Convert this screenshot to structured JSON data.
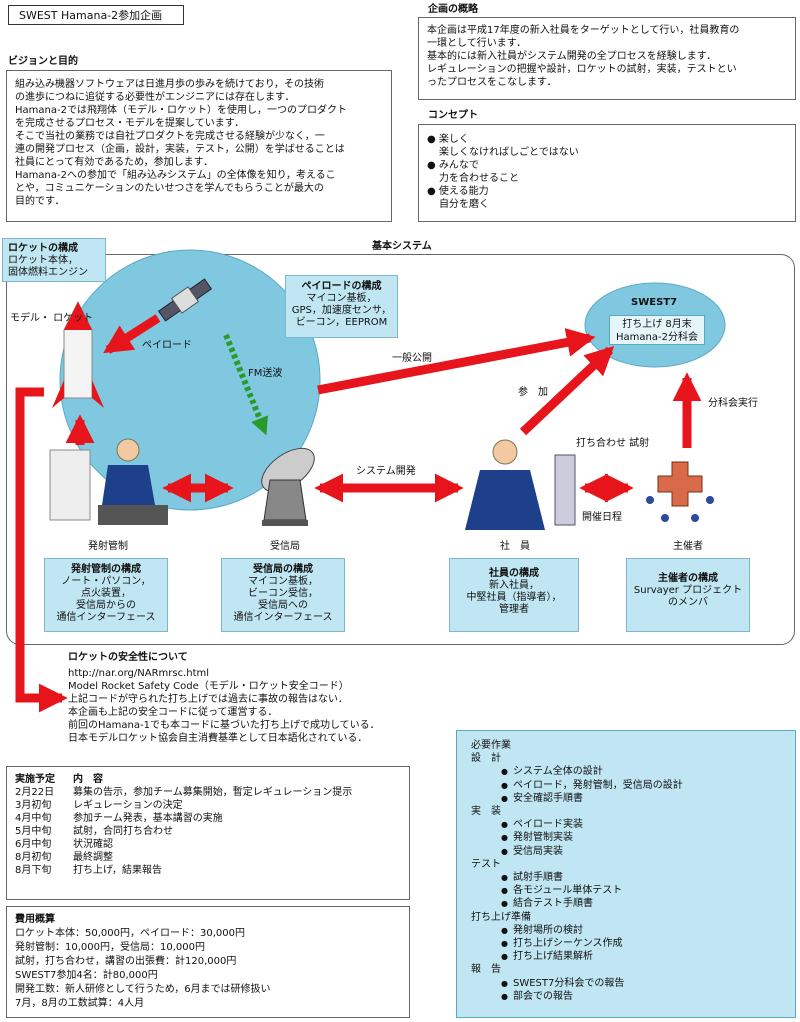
{
  "title_tag": "SWEST Hamana-2参加企画",
  "vision": {
    "heading": "ビジョンと目的",
    "body": "組み込み機器ソフトウェアは日進月歩の歩みを続けており，その技術\nの進歩につねに追従する必要性がエンジニアには存在します．\nHamana-2では飛翔体（モデル・ロケット）を使用し，一つのプロダクト\nを完成させるプロセス・モデルを提案しています．\nそこで当社の業務では自社プロダクトを完成させる経験が少なく，一\n連の開発プロセス（企画，設計，実装，テスト，公開）を学ばせることは\n社員にとって有効であるため，参加します．\nHamana-2への参加で「組み込みシステム」の全体像を知り，考えるこ\nとや，コミュニケーションのたいせつさを学んでもらうことが最大の\n目的です．"
  },
  "overview": {
    "heading": "企画の概略",
    "body": "本企画は平成17年度の新入社員をターゲットとして行い，社員教育の\n一環として行います．\n基本的には新入社員がシステム開発の全プロセスを経験します．\nレギュレーションの把握や設計，ロケットの試射，実装，テストとい\nったプロセスをこなします．"
  },
  "concept": {
    "heading": "コンセプト",
    "items": [
      {
        "main": "楽しく",
        "sub": "楽しくなければしごとではない"
      },
      {
        "main": "みんなで",
        "sub": "力を合わせること"
      },
      {
        "main": "使える能力",
        "sub": "自分を磨く"
      }
    ]
  },
  "diagram": {
    "title": "基本システム",
    "rocket_box": {
      "heading": "ロケットの構成",
      "body": "ロケット本体，\n固体燃料エンジン"
    },
    "model_rocket_label": "モデル・\nロケット",
    "payload_label": "ペイロード",
    "fm_label": "FM送波",
    "payload_box": {
      "heading": "ペイロードの構成",
      "body": "マイコン基板，\nGPS，加速度センサ，\nビーコン，EEPROM"
    },
    "swest": {
      "title": "SWEST7",
      "inner": "打ち上げ 8月末\nHamana-2分科会"
    },
    "public_label": "一般公開",
    "join_label": "参　加",
    "subsession_label": "分科会実行",
    "sysdev_label": "システム開発",
    "meeting_label": "打ち合わせ\n試射",
    "schedule_label": "開催日程",
    "launch_control_label": "発射管制",
    "station_label": "受信局",
    "employee_label": "社　員",
    "organizer_label": "主催者",
    "launch_box": {
      "heading": "発射管制の構成",
      "body": "ノート・パソコン，\n点火装置，\n受信局からの\n通信インターフェース"
    },
    "station_box": {
      "heading": "受信局の構成",
      "body": "マイコン基板，\nビーコン受信，\n受信局への\n通信インターフェース"
    },
    "employee_box": {
      "heading": "社員の構成",
      "body": "新入社員，\n中堅社員（指導者），\n管理者"
    },
    "organizer_box": {
      "heading": "主催者の構成",
      "body": "Survayer プロジェクト\nのメンバ"
    },
    "colors": {
      "arrow": "#e8141c",
      "circle": "#7fc8e0",
      "panel": "#bfe6f2"
    }
  },
  "safety": {
    "heading": "ロケットの安全性について",
    "body": "http://nar.org/NARmrsc.html\nModel Rocket Safety Code（モデル・ロケット安全コード）\n上記コードが守られた打ち上げでは過去に事故の報告はない．\n本企画も上記の安全コードに従って運営する．\n前回のHamana-1でも本コードに基づいた打ち上げで成功している．\n日本モデルロケット協会自主消費基準として日本語化されている．"
  },
  "schedule": {
    "head_date": "実施予定",
    "head_content": "内　容",
    "rows": [
      {
        "date": "2月22日",
        "text": "募集の告示，参加チーム募集開始，暫定レギュレーション提示"
      },
      {
        "date": "3月初旬",
        "text": "レギュレーションの決定"
      },
      {
        "date": "4月中旬",
        "text": "参加チーム発表，基本講習の実施"
      },
      {
        "date": "5月中旬",
        "text": "試射，合同打ち合わせ"
      },
      {
        "date": "6月中旬",
        "text": "状況確認"
      },
      {
        "date": "8月初旬",
        "text": "最終調整"
      },
      {
        "date": "8月下旬",
        "text": "打ち上げ，結果報告"
      }
    ]
  },
  "cost": {
    "heading": "費用概算",
    "lines": [
      "ロケット本体：50,000円，ペイロード：30,000円",
      "発射管制：10,000円，受信局：10,000円",
      "試射，打ち合わせ，講習の出張費：計120,000円",
      "SWEST7参加4名：計80,000円",
      "開発工数：新人研修として行うため，6月までは研修扱い",
      "7月，8月の工数試算：4人月"
    ]
  },
  "tasks": {
    "heading": "必要作業",
    "groups": [
      {
        "name": "設　計",
        "items": [
          "システム全体の設計",
          "ペイロード，発射管制，受信局の設計",
          "安全確認手順書"
        ]
      },
      {
        "name": "実　装",
        "items": [
          "ペイロード実装",
          "発射管制実装",
          "受信局実装"
        ]
      },
      {
        "name": "テスト",
        "items": [
          "試射手順書",
          "各モジュール単体テスト",
          "結合テスト手順書"
        ]
      },
      {
        "name": "打ち上げ準備",
        "items": [
          "発射場所の検討",
          "打ち上げシーケンス作成",
          "打ち上げ結果解析"
        ]
      },
      {
        "name": "報　告",
        "items": [
          "SWEST7分科会での報告",
          "部会での報告"
        ]
      }
    ]
  }
}
